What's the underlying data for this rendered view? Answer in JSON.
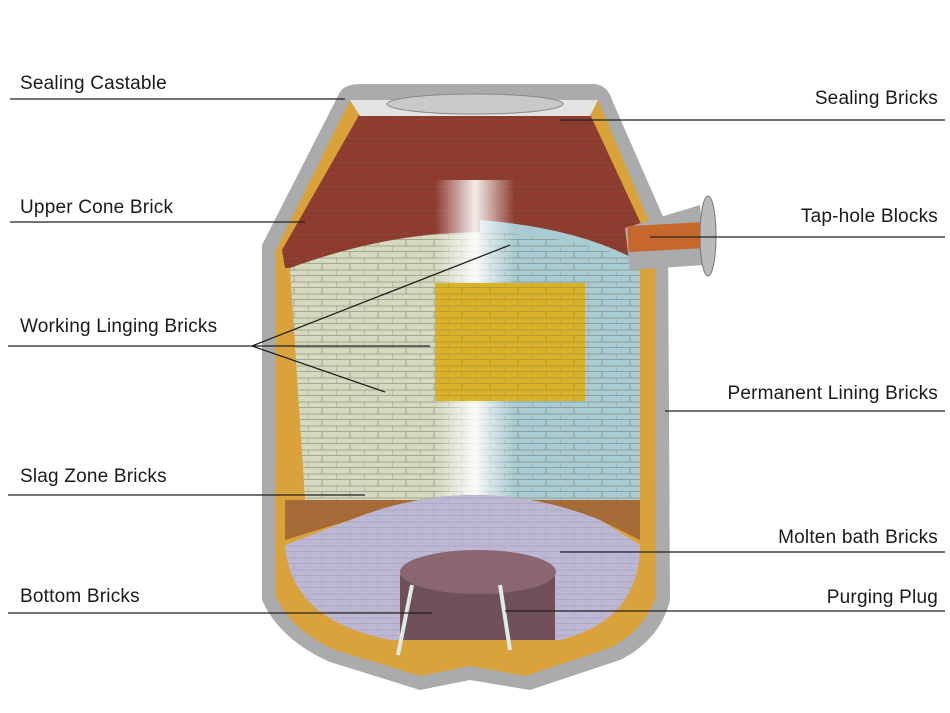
{
  "title": "Converter refractory lining diagram",
  "labels_left": [
    {
      "id": "sealing-castable",
      "text": "Sealing Castable"
    },
    {
      "id": "upper-cone-brick",
      "text": "Upper Cone Brick"
    },
    {
      "id": "working-lining-bricks",
      "text": "Working Linging Bricks"
    },
    {
      "id": "slag-zone-bricks",
      "text": "Slag Zone Bricks"
    },
    {
      "id": "bottom-bricks",
      "text": "Bottom Bricks"
    }
  ],
  "labels_right": [
    {
      "id": "sealing-bricks",
      "text": "Sealing Bricks"
    },
    {
      "id": "tap-hole-blocks",
      "text": "Tap-hole Blocks"
    },
    {
      "id": "permanent-lining-bricks",
      "text": "Permanent Lining Bricks"
    },
    {
      "id": "molten-bath-bricks",
      "text": "Molten bath Bricks"
    },
    {
      "id": "purging-plug",
      "text": "Purging Plug"
    }
  ],
  "colors": {
    "shell": "#a9abad",
    "permanent": "#d9a23a",
    "upper_cone": "#8e3a2c",
    "working": "#d4d9bf",
    "working_right": "#a9cbd3",
    "patch": "#d9b227",
    "slag": "#a86b35",
    "molten": "#bdb7d6",
    "bottom": "#6e4f5a"
  }
}
